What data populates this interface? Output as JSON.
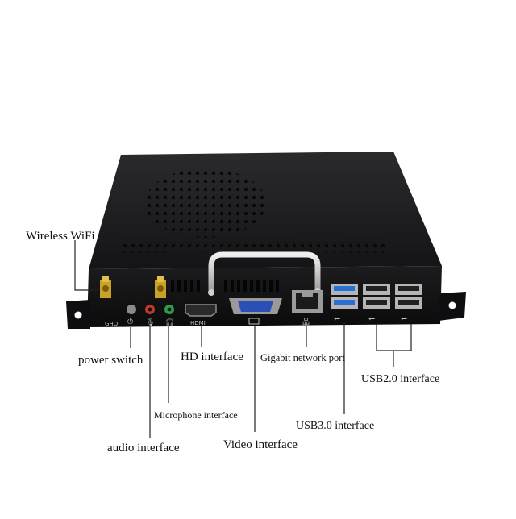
{
  "labels": {
    "wifi": "Wireless WiFi",
    "power": "power switch",
    "hd": "HD interface",
    "gigabit": "Gigabit network port",
    "usb2": "USB2.0 interface",
    "microphone": "Microphone interface",
    "usb3": "USB3.0 interface",
    "video": "Video interface",
    "audio": "audio interface"
  },
  "panel_marks": {
    "power_mark": "GHO",
    "hdmi_mark": "HDMI"
  },
  "colors": {
    "chassis": "#1a1a1c",
    "usb3_blue": "#2a6fd6",
    "mic_red": "#c0392b",
    "audio_green": "#2e9e4a",
    "antenna_gold": "#c9a227"
  }
}
